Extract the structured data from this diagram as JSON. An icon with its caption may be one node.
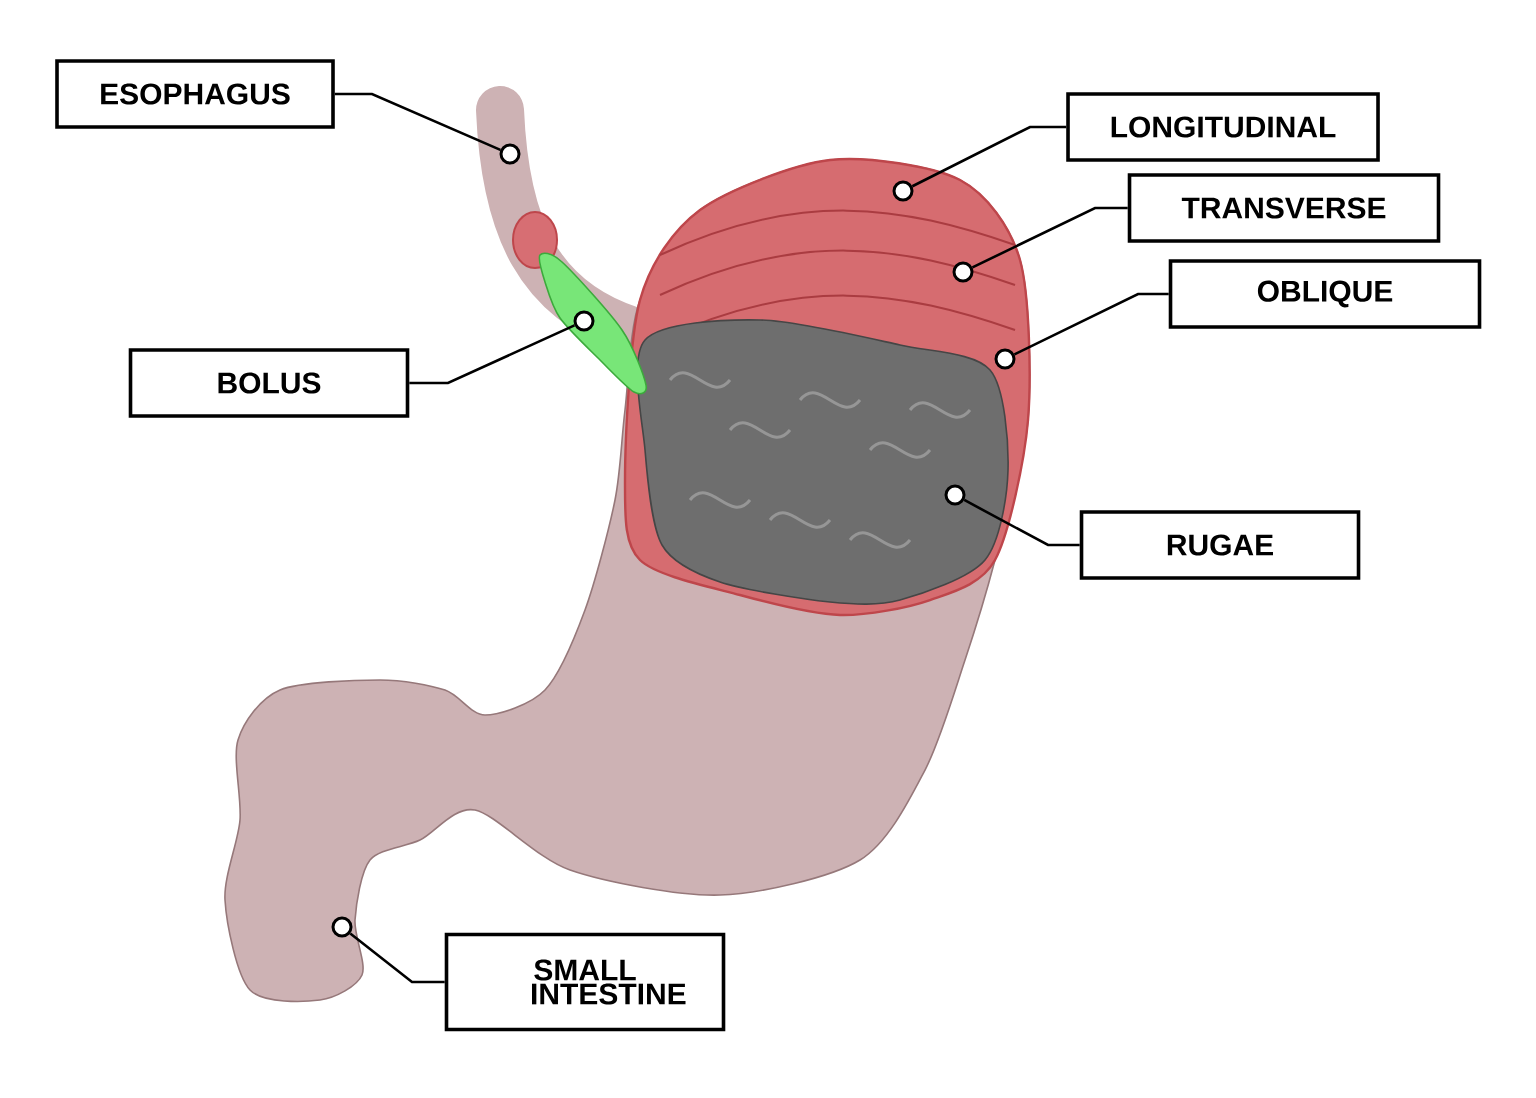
{
  "diagram": {
    "nodes": [
      {
        "text": [
          "ESOPHAGUS"
        ]
      },
      {
        "text": [
          "LONGITUDINAL"
        ]
      },
      {
        "text": [
          "TRANSVERSE"
        ]
      },
      {
        "text": [
          "OBLIQUE"
        ]
      },
      {
        "text": [
          "BOLUS"
        ]
      },
      {
        "text": [
          "RUGAE"
        ]
      },
      {
        "text": [
          "SMALL INTESTINE"
        ]
      },
      {
        "text": [],
        "shape": "circle"
      },
      {
        "text": [],
        "shape": "circle"
      },
      {
        "text": [],
        "shape": "circle"
      },
      {
        "text": [],
        "shape": "circle"
      },
      {
        "text": [],
        "shape": "circle"
      },
      {
        "text": [],
        "shape": "circle"
      },
      {
        "text": [],
        "shape": "circle"
      }
    ],
    "edges": [
      {
        "from": 0,
        "to": 7,
        "arrow": "none"
      },
      {
        "from": 1,
        "to": 8,
        "arrow": "none"
      },
      {
        "from": 2,
        "to": 9,
        "arrow": "none"
      },
      {
        "from": 3,
        "to": 10,
        "arrow": "none"
      },
      {
        "from": 4,
        "to": 11,
        "arrow": "none"
      },
      {
        "from": 5,
        "to": 12,
        "arrow": "none"
      },
      {
        "from": 6,
        "to": 13,
        "arrow": "none"
      }
    ]
  }
}
